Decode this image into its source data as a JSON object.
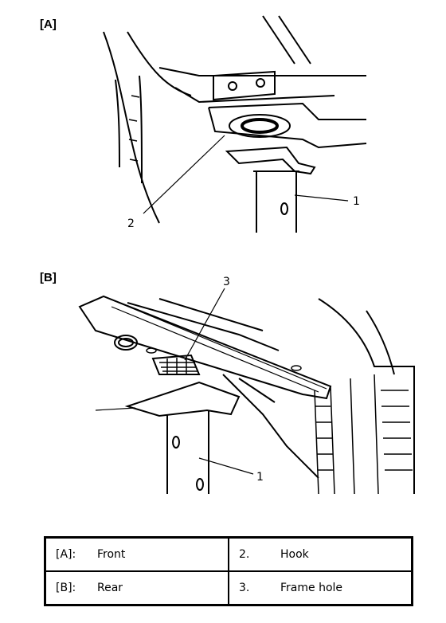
{
  "panels": [
    {
      "label": "[A]"
    },
    {
      "label": "[B]"
    }
  ],
  "callouts": {
    "a_jack": "1",
    "a_hook": "2",
    "b_frame_hole": "3",
    "b_jack": "1"
  },
  "legend": [
    {
      "key": "[A]:",
      "text": "Front"
    },
    {
      "key": "2.",
      "text": "Hook"
    },
    {
      "key": "[B]:",
      "text": "Rear"
    },
    {
      "key": "3.",
      "text": "Frame hole"
    }
  ]
}
